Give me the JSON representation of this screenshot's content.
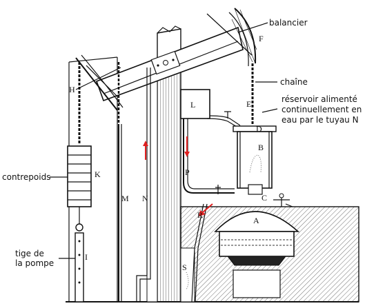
{
  "callouts": {
    "balancier": "balancier",
    "chaine": "chaîne",
    "reservoir_1": "réservoir alimenté",
    "reservoir_2": "continuellement en",
    "reservoir_3": "eau par le tuyau N",
    "contrepoids": "contrepoids",
    "tige_1": "tige de",
    "tige_2": "la pompe"
  },
  "letters": {
    "F": "F",
    "H": "H",
    "L": "L",
    "E": "E",
    "D": "D",
    "B": "B",
    "K": "K",
    "P": "P",
    "M": "M",
    "N": "N",
    "C": "C",
    "R": "R",
    "A": "A",
    "S": "S",
    "I": "I"
  },
  "colors": {
    "flow_arrow": "#e02020",
    "ink": "#111111"
  }
}
